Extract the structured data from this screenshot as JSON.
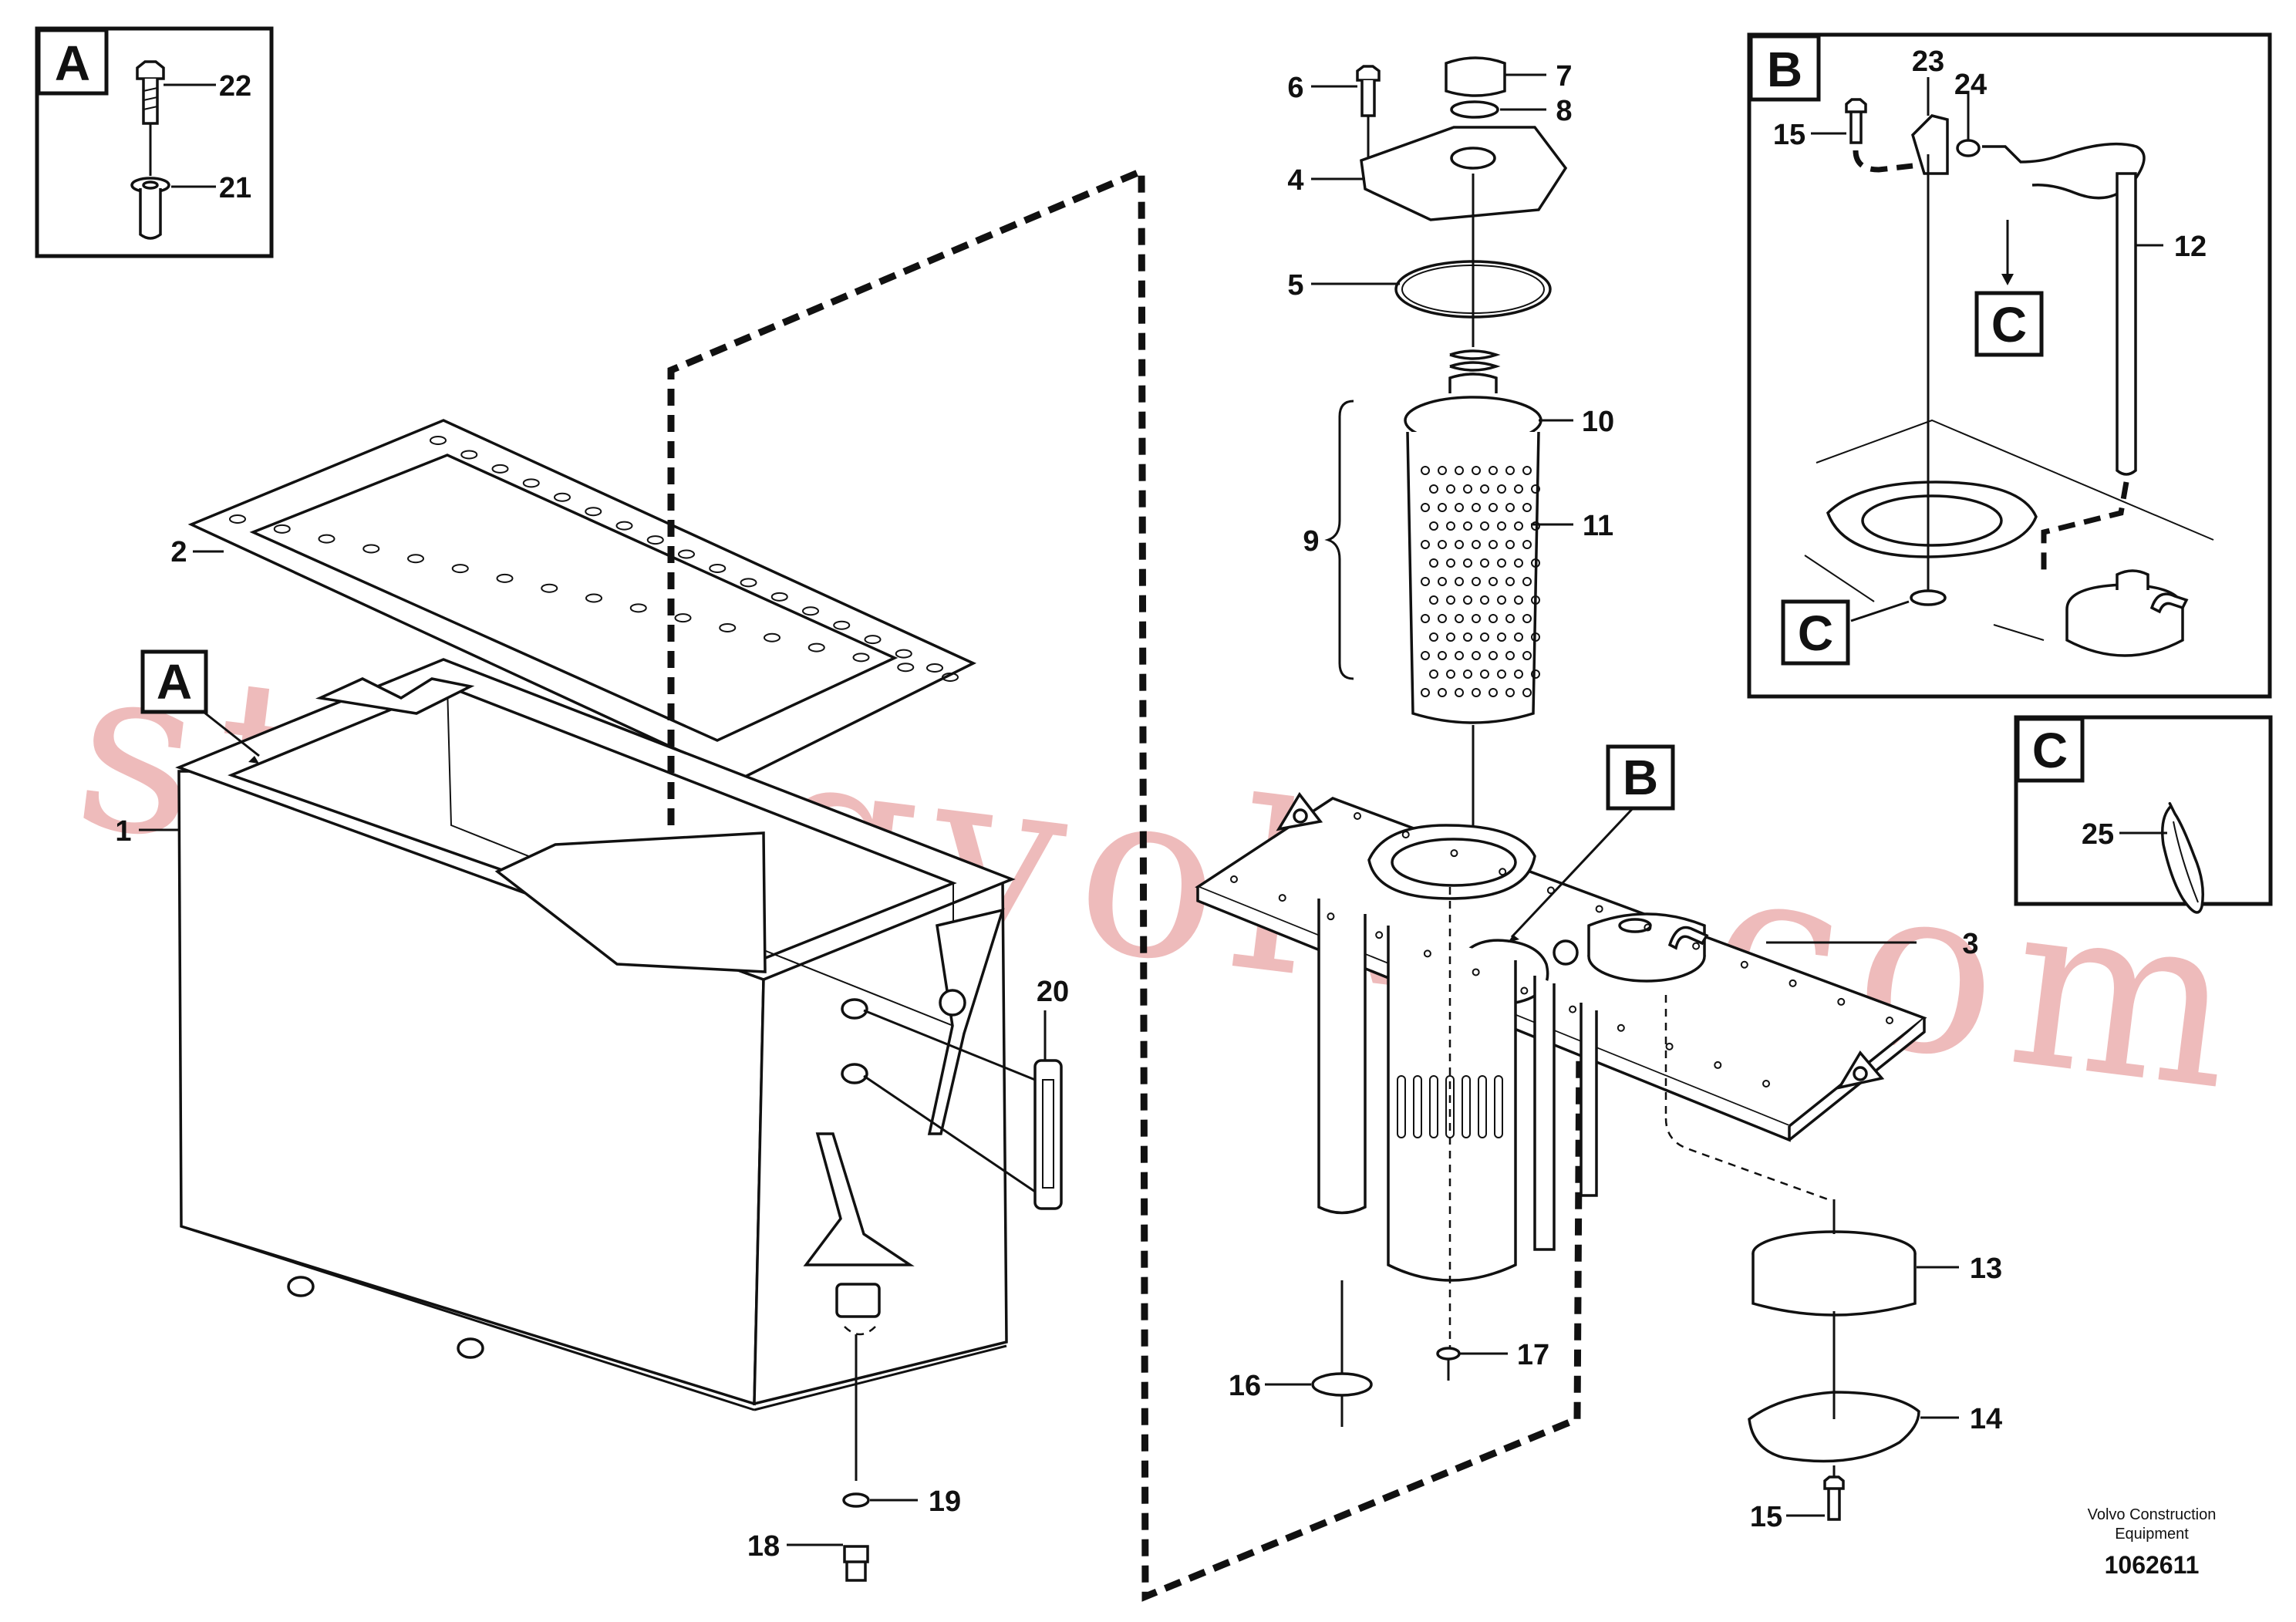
{
  "watermark": "strongvolvo.com",
  "detail_boxes": {
    "A": "A",
    "B": "B",
    "C": "C"
  },
  "callouts": {
    "c1": "1",
    "c2": "2",
    "c3": "3",
    "c4": "4",
    "c5": "5",
    "c6": "6",
    "c7": "7",
    "c8": "8",
    "c9": "9",
    "c10": "10",
    "c11": "11",
    "c12": "12",
    "c13": "13",
    "c14": "14",
    "c15": "15",
    "c15b": "15",
    "c16": "16",
    "c17": "17",
    "c18": "18",
    "c19": "19",
    "c20": "20",
    "c21": "21",
    "c22": "22",
    "c23": "23",
    "c24": "24",
    "c25": "25"
  },
  "footer": {
    "brand_line1": "Volvo Construction",
    "brand_line2": "Equipment",
    "drawing_id": "1062611"
  }
}
